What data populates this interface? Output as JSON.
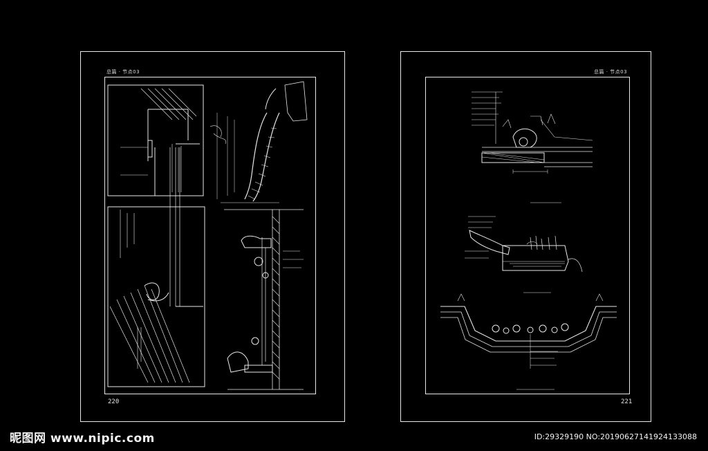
{
  "left_sheet": {
    "header": "总篇 · 节点03",
    "page_number": "220"
  },
  "right_sheet": {
    "header": "总篇 · 节点03",
    "page_number": "221"
  },
  "watermark": {
    "site": "昵图网 www.nipic.com",
    "id": "ID:29329190 NO:20190627141924133088"
  },
  "colors": {
    "background": "#000000",
    "line": "#e8e8e8"
  }
}
